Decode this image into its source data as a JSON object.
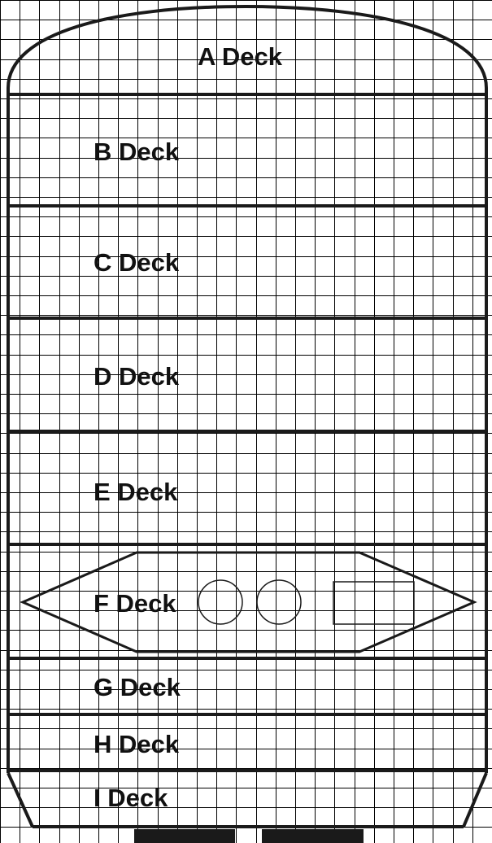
{
  "colors": {
    "background": "#ffffff",
    "grid": "#000000",
    "outline": "#1a1a1a"
  },
  "decks": [
    {
      "id": "a",
      "label": "A Deck"
    },
    {
      "id": "b",
      "label": "B Deck"
    },
    {
      "id": "c",
      "label": "C Deck"
    },
    {
      "id": "d",
      "label": "D Deck"
    },
    {
      "id": "e",
      "label": "E Deck"
    },
    {
      "id": "f",
      "label": "F Deck"
    },
    {
      "id": "g",
      "label": "G Deck"
    },
    {
      "id": "h",
      "label": "H Deck"
    },
    {
      "id": "i",
      "label": "I Deck"
    }
  ]
}
